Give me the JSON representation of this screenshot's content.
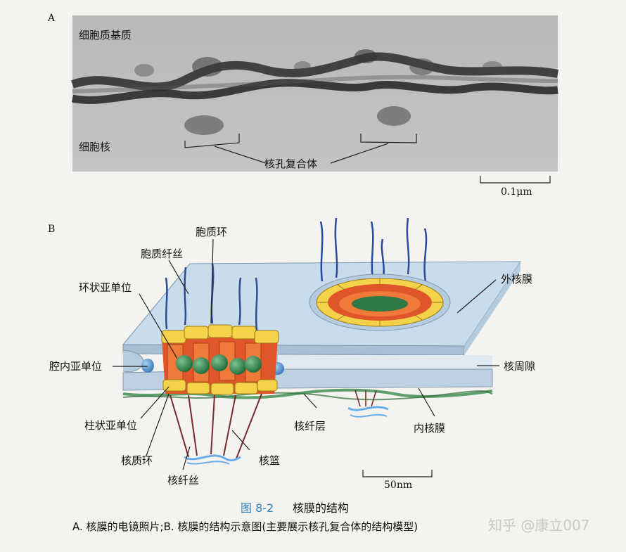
{
  "panel_a": {
    "letter": "A",
    "label_cytoplasm_matrix": "细胞质基质",
    "label_nucleus": "细胞核",
    "label_npc": "核孔复合体",
    "scale": "0.1μm"
  },
  "panel_b": {
    "letter": "B",
    "labels": {
      "cytoplasmic_ring": "胞质环",
      "cytoplasmic_filaments": "胞质纤丝",
      "annular_subunit": "环状亚单位",
      "outer_membrane": "外核膜",
      "luminal_subunit": "腔内亚单位",
      "perinuclear_space": "核周隙",
      "column_subunit": "柱状亚单位",
      "nuclear_lamina": "核纤层",
      "inner_membrane": "内核膜",
      "nuclear_ring": "核质环",
      "nuclear_basket": "核篮",
      "nuclear_fibrils": "核纤丝"
    },
    "scale": "50nm"
  },
  "caption": {
    "figure_number": "图 8-2",
    "title": "核膜的结构",
    "text": "A. 核膜的电镜照片;B. 核膜的结构示意图(主要展示核孔复合体的结构模型)"
  },
  "watermark": "知乎 @康立007"
}
